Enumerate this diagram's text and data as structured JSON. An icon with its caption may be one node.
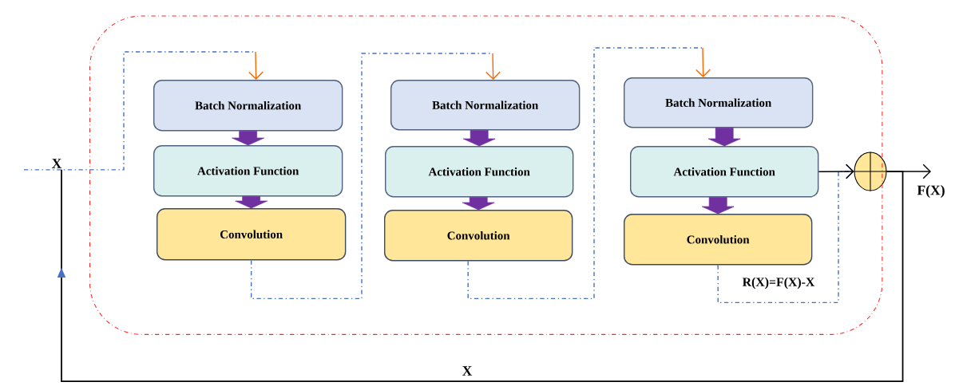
{
  "diagram": {
    "nodes": [
      {
        "text": [],
        "shape": "box"
      },
      {
        "text": [
          "Batch Normalization"
        ],
        "in": 0
      },
      {
        "text": [
          "Activation Function"
        ],
        "in": 0
      },
      {
        "text": [
          "Convolution"
        ],
        "in": 0
      },
      {
        "text": [
          "Batch Normalization"
        ],
        "in": 0
      },
      {
        "text": [
          "Activation Function"
        ],
        "in": 0
      },
      {
        "text": [
          "Convolution"
        ],
        "in": 0
      },
      {
        "text": [
          "Batch Normalization"
        ],
        "in": 0
      },
      {
        "text": [
          "Activation Function"
        ],
        "in": 0
      },
      {
        "text": [
          "Convolution"
        ],
        "in": 0
      },
      {
        "text": [],
        "shape": "circle"
      },
      {
        "text": [
          "X"
        ]
      },
      {
        "text": [
          "F(X)"
        ]
      }
    ],
    "edges": [
      {
        "from": 11,
        "to": 1,
        "arrow": "to",
        "style": "dashed",
        "color": "#4472c4"
      },
      {
        "from": 1,
        "to": 2,
        "arrow": "to",
        "style": "thick",
        "color": "#7030a0"
      },
      {
        "from": 2,
        "to": 3,
        "arrow": "to",
        "style": "thick",
        "color": "#7030a0"
      },
      {
        "from": 3,
        "to": 4,
        "arrow": "to",
        "style": "dashed",
        "color": "#4472c4"
      },
      {
        "from": 4,
        "to": 5,
        "arrow": "to",
        "style": "thick",
        "color": "#7030a0"
      },
      {
        "from": 5,
        "to": 6,
        "arrow": "to",
        "style": "thick",
        "color": "#7030a0"
      },
      {
        "from": 6,
        "to": 7,
        "arrow": "to",
        "style": "dashed",
        "color": "#4472c4"
      },
      {
        "from": 7,
        "to": 8,
        "arrow": "to",
        "style": "thick",
        "color": "#7030a0"
      },
      {
        "from": 8,
        "to": 9,
        "arrow": "to",
        "style": "thick",
        "color": "#7030a0"
      },
      {
        "from": 9,
        "to": 10,
        "arrow": "to",
        "style": "dashed",
        "color": "#4472c4",
        "label": "R(X)=F(X)-X"
      },
      {
        "from": 8,
        "to": 10,
        "arrow": "to",
        "color": "#000000"
      },
      {
        "from": 10,
        "to": 12,
        "arrow": "to",
        "color": "#000000"
      },
      {
        "from": 10,
        "to": 11,
        "arrow": "to",
        "color": "#000000",
        "label": "X"
      }
    ]
  }
}
